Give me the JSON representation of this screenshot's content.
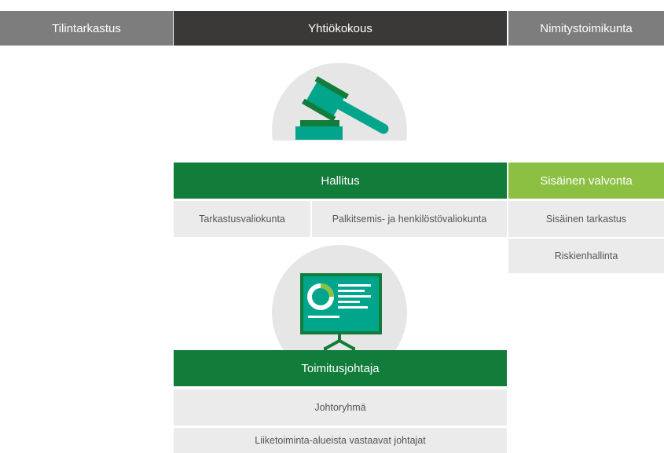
{
  "top_bar": {
    "left": "Tilintarkastus",
    "center": "Yhtiökokous",
    "right": "Nimitystoimikunta"
  },
  "board": {
    "title": "Hallitus",
    "committees": [
      "Tarkastusvaliokunta",
      "Palkitsemis- ja henkilöstövaliokunta"
    ]
  },
  "internal_control": {
    "title": "Sisäinen valvonta",
    "items": [
      "Sisäinen tarkastus",
      "Riskienhallinta"
    ]
  },
  "management": {
    "title": "Toimitusjohtaja",
    "items": [
      "Johtoryhmä",
      "Liiketoiminta-alueista vastaavat johtajat"
    ]
  },
  "icons": [
    "gavel-icon",
    "presentation-board-icon"
  ],
  "colors": {
    "grey": "#7d7d7d",
    "dark": "#3a3938",
    "green": "#127c3a",
    "lime": "#8cc042",
    "teal": "#00a58c",
    "light": "#ebebeb"
  }
}
